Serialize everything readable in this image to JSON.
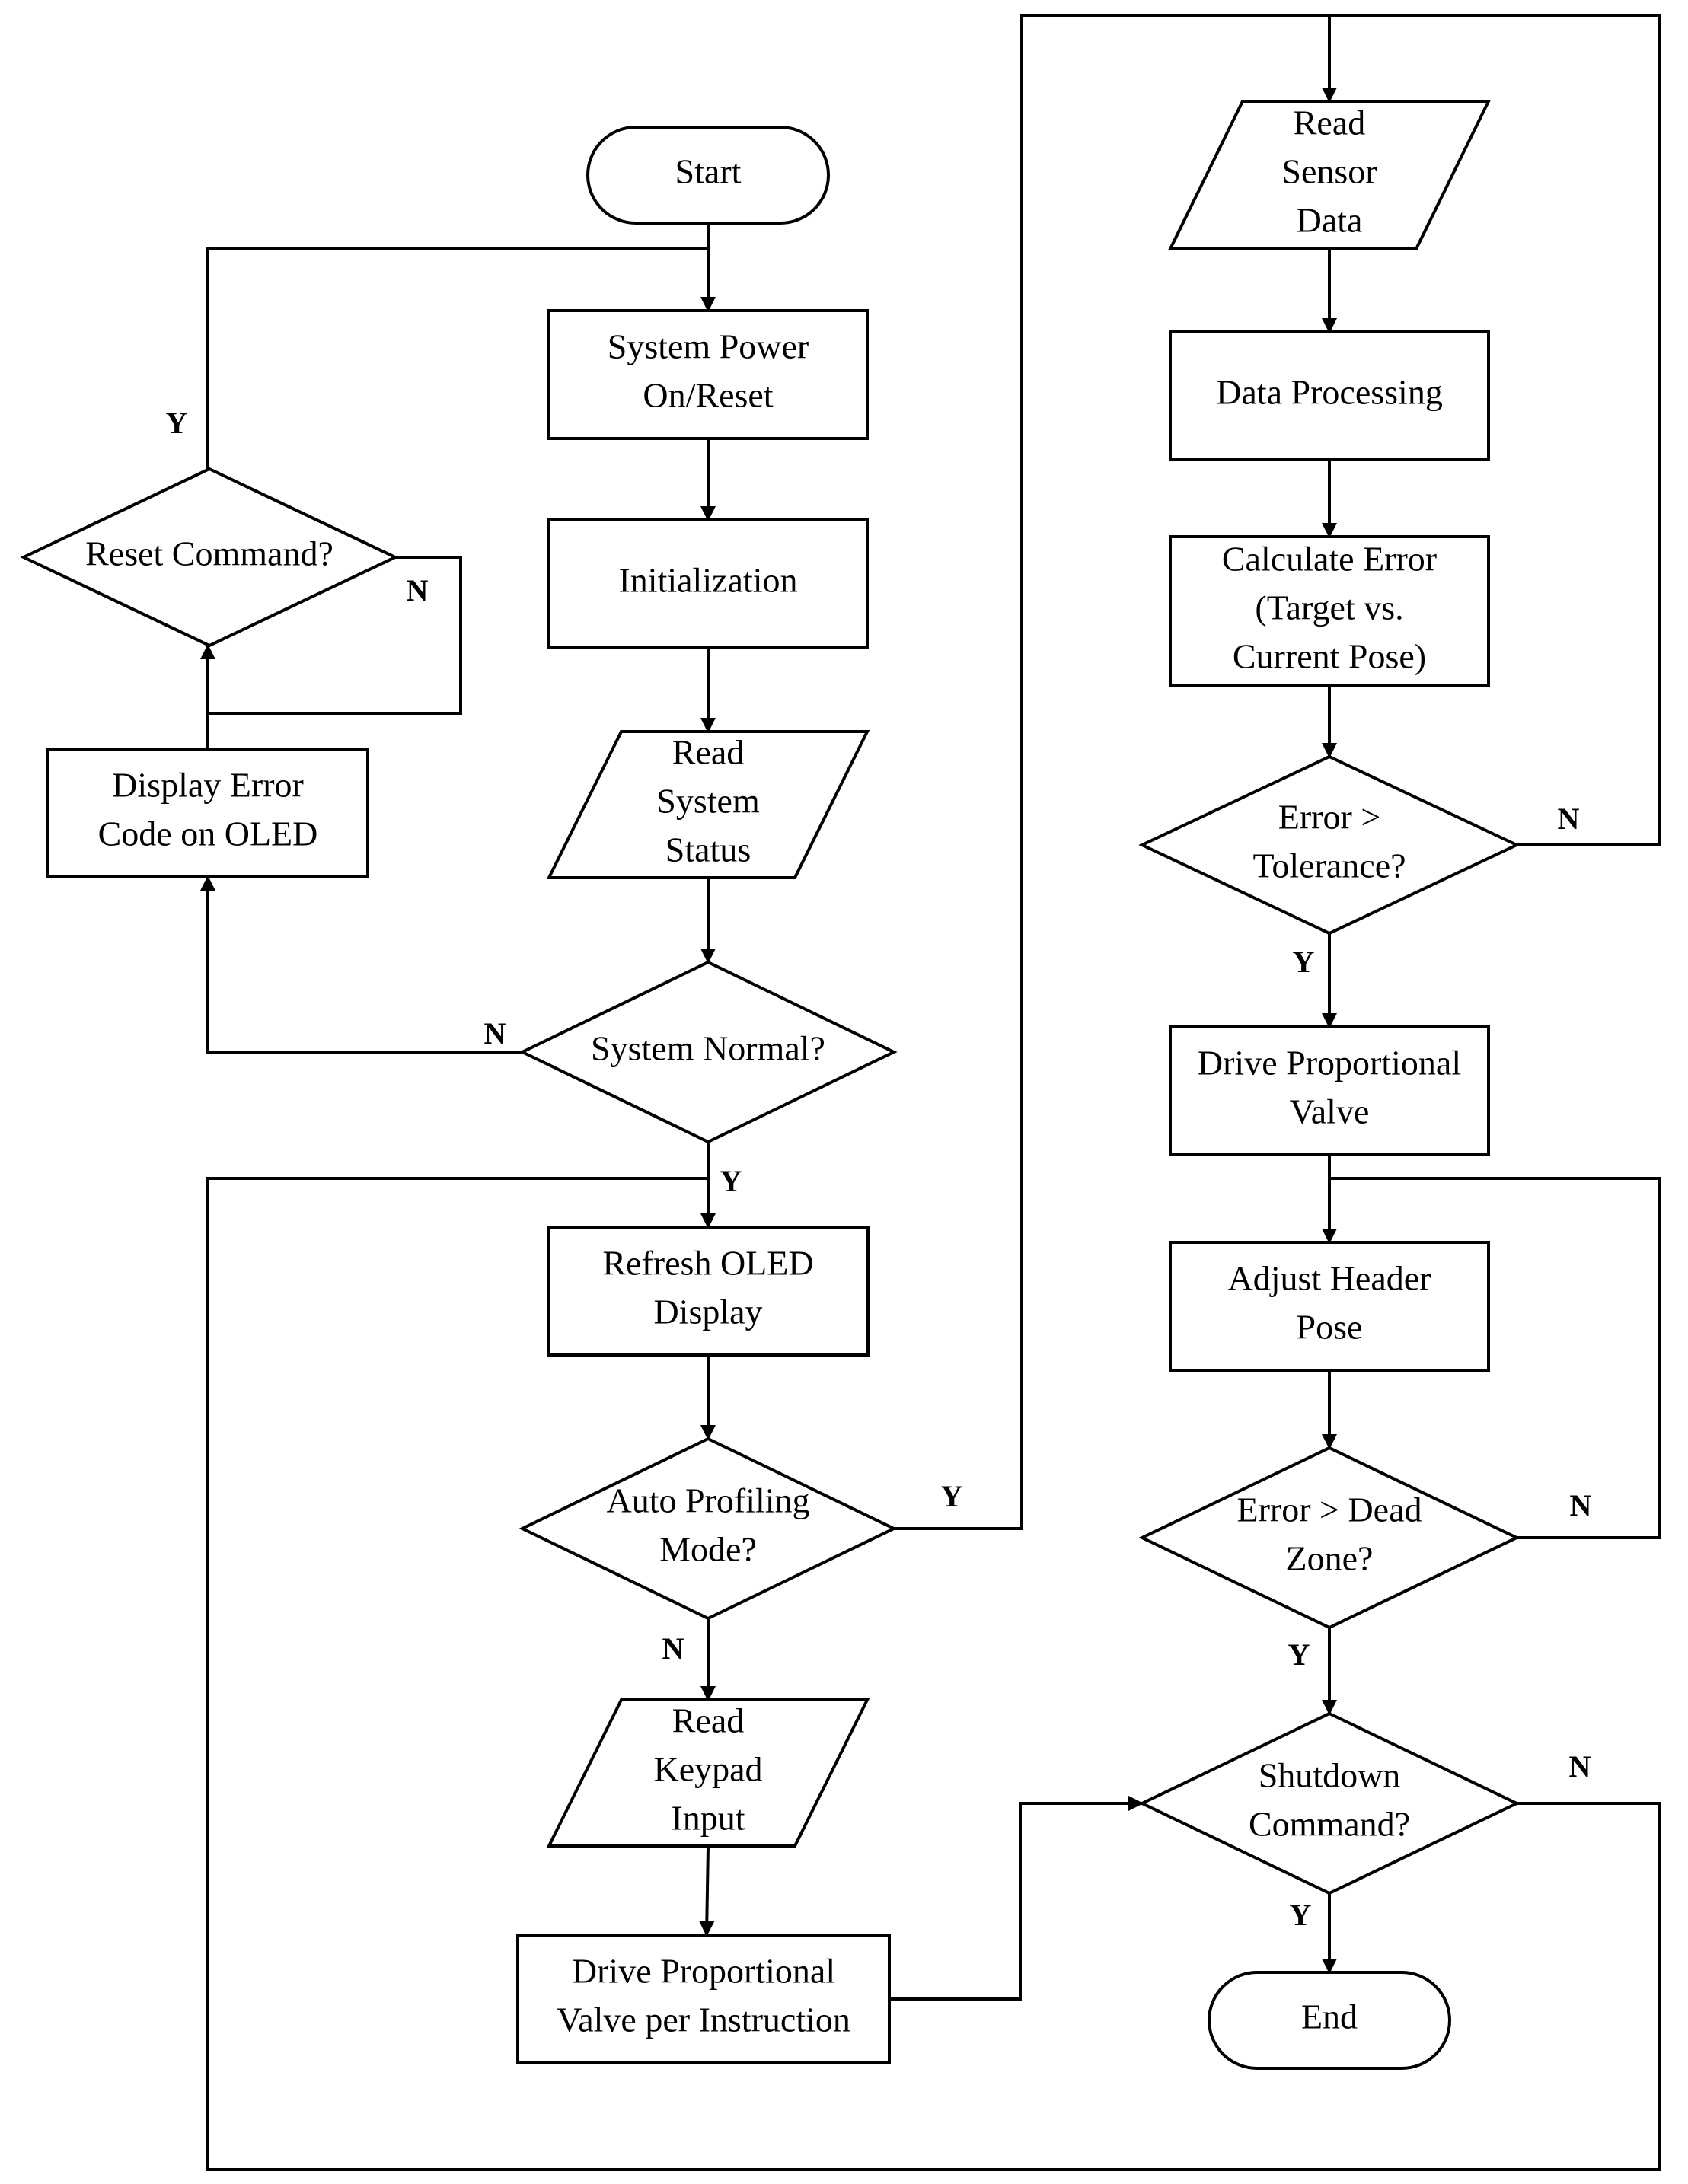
{
  "nodes": {
    "start": {
      "type": "terminal",
      "lines": [
        "Start"
      ]
    },
    "power_on": {
      "type": "process",
      "lines": [
        "System Power",
        "On/Reset"
      ]
    },
    "init": {
      "type": "process",
      "lines": [
        "Initialization"
      ]
    },
    "read_status": {
      "type": "io",
      "lines": [
        "Read",
        "System",
        "Status"
      ]
    },
    "system_normal": {
      "type": "decision",
      "lines": [
        "System Normal?"
      ]
    },
    "display_error": {
      "type": "process",
      "lines": [
        "Display Error",
        "Code on OLED"
      ]
    },
    "reset_cmd": {
      "type": "decision",
      "lines": [
        "Reset Command?"
      ]
    },
    "refresh_oled": {
      "type": "process",
      "lines": [
        "Refresh OLED",
        "Display"
      ]
    },
    "auto_mode": {
      "type": "decision",
      "lines": [
        "Auto Profiling",
        "Mode?"
      ]
    },
    "read_keypad": {
      "type": "io",
      "lines": [
        "Read",
        "Keypad",
        "Input"
      ]
    },
    "drive_instr": {
      "type": "process",
      "lines": [
        "Drive Proportional",
        "Valve per Instruction"
      ]
    },
    "read_sensor": {
      "type": "io",
      "lines": [
        "Read",
        "Sensor",
        "Data"
      ]
    },
    "data_proc": {
      "type": "process",
      "lines": [
        "Data Processing"
      ]
    },
    "calc_error": {
      "type": "process",
      "lines": [
        "Calculate Error",
        "(Target vs.",
        "Current Pose)"
      ]
    },
    "err_tol": {
      "type": "decision",
      "lines": [
        "Error >",
        "Tolerance?"
      ]
    },
    "drive_valve": {
      "type": "process",
      "lines": [
        "Drive Proportional",
        "Valve"
      ]
    },
    "adjust_pose": {
      "type": "process",
      "lines": [
        "Adjust Header",
        "Pose"
      ]
    },
    "err_dead": {
      "type": "decision",
      "lines": [
        "Error > Dead",
        "Zone?"
      ]
    },
    "shutdown": {
      "type": "decision",
      "lines": [
        "Shutdown",
        "Command?"
      ]
    },
    "end": {
      "type": "terminal",
      "lines": [
        "End"
      ]
    }
  },
  "edges": [
    {
      "from": "start",
      "to": "power_on",
      "label": ""
    },
    {
      "from": "power_on",
      "to": "init",
      "label": ""
    },
    {
      "from": "init",
      "to": "read_status",
      "label": ""
    },
    {
      "from": "read_status",
      "to": "system_normal",
      "label": ""
    },
    {
      "from": "system_normal",
      "to": "display_error",
      "label": "N"
    },
    {
      "from": "system_normal",
      "to": "refresh_oled",
      "label": "Y"
    },
    {
      "from": "display_error",
      "to": "reset_cmd",
      "label": ""
    },
    {
      "from": "reset_cmd",
      "to": "power_on",
      "label": "Y"
    },
    {
      "from": "reset_cmd",
      "to": "reset_cmd",
      "label": "N"
    },
    {
      "from": "refresh_oled",
      "to": "auto_mode",
      "label": ""
    },
    {
      "from": "auto_mode",
      "to": "read_sensor",
      "label": "Y"
    },
    {
      "from": "auto_mode",
      "to": "read_keypad",
      "label": "N"
    },
    {
      "from": "read_keypad",
      "to": "drive_instr",
      "label": ""
    },
    {
      "from": "drive_instr",
      "to": "shutdown",
      "label": ""
    },
    {
      "from": "read_sensor",
      "to": "data_proc",
      "label": ""
    },
    {
      "from": "data_proc",
      "to": "calc_error",
      "label": ""
    },
    {
      "from": "calc_error",
      "to": "err_tol",
      "label": ""
    },
    {
      "from": "err_tol",
      "to": "drive_valve",
      "label": "Y"
    },
    {
      "from": "err_tol",
      "to": "read_sensor",
      "label": "N"
    },
    {
      "from": "drive_valve",
      "to": "adjust_pose",
      "label": ""
    },
    {
      "from": "adjust_pose",
      "to": "err_dead",
      "label": ""
    },
    {
      "from": "err_dead",
      "to": "shutdown",
      "label": "Y"
    },
    {
      "from": "err_dead",
      "to": "adjust_pose",
      "label": "N"
    },
    {
      "from": "shutdown",
      "to": "end",
      "label": "Y"
    },
    {
      "from": "shutdown",
      "to": "refresh_oled",
      "label": "N"
    }
  ]
}
